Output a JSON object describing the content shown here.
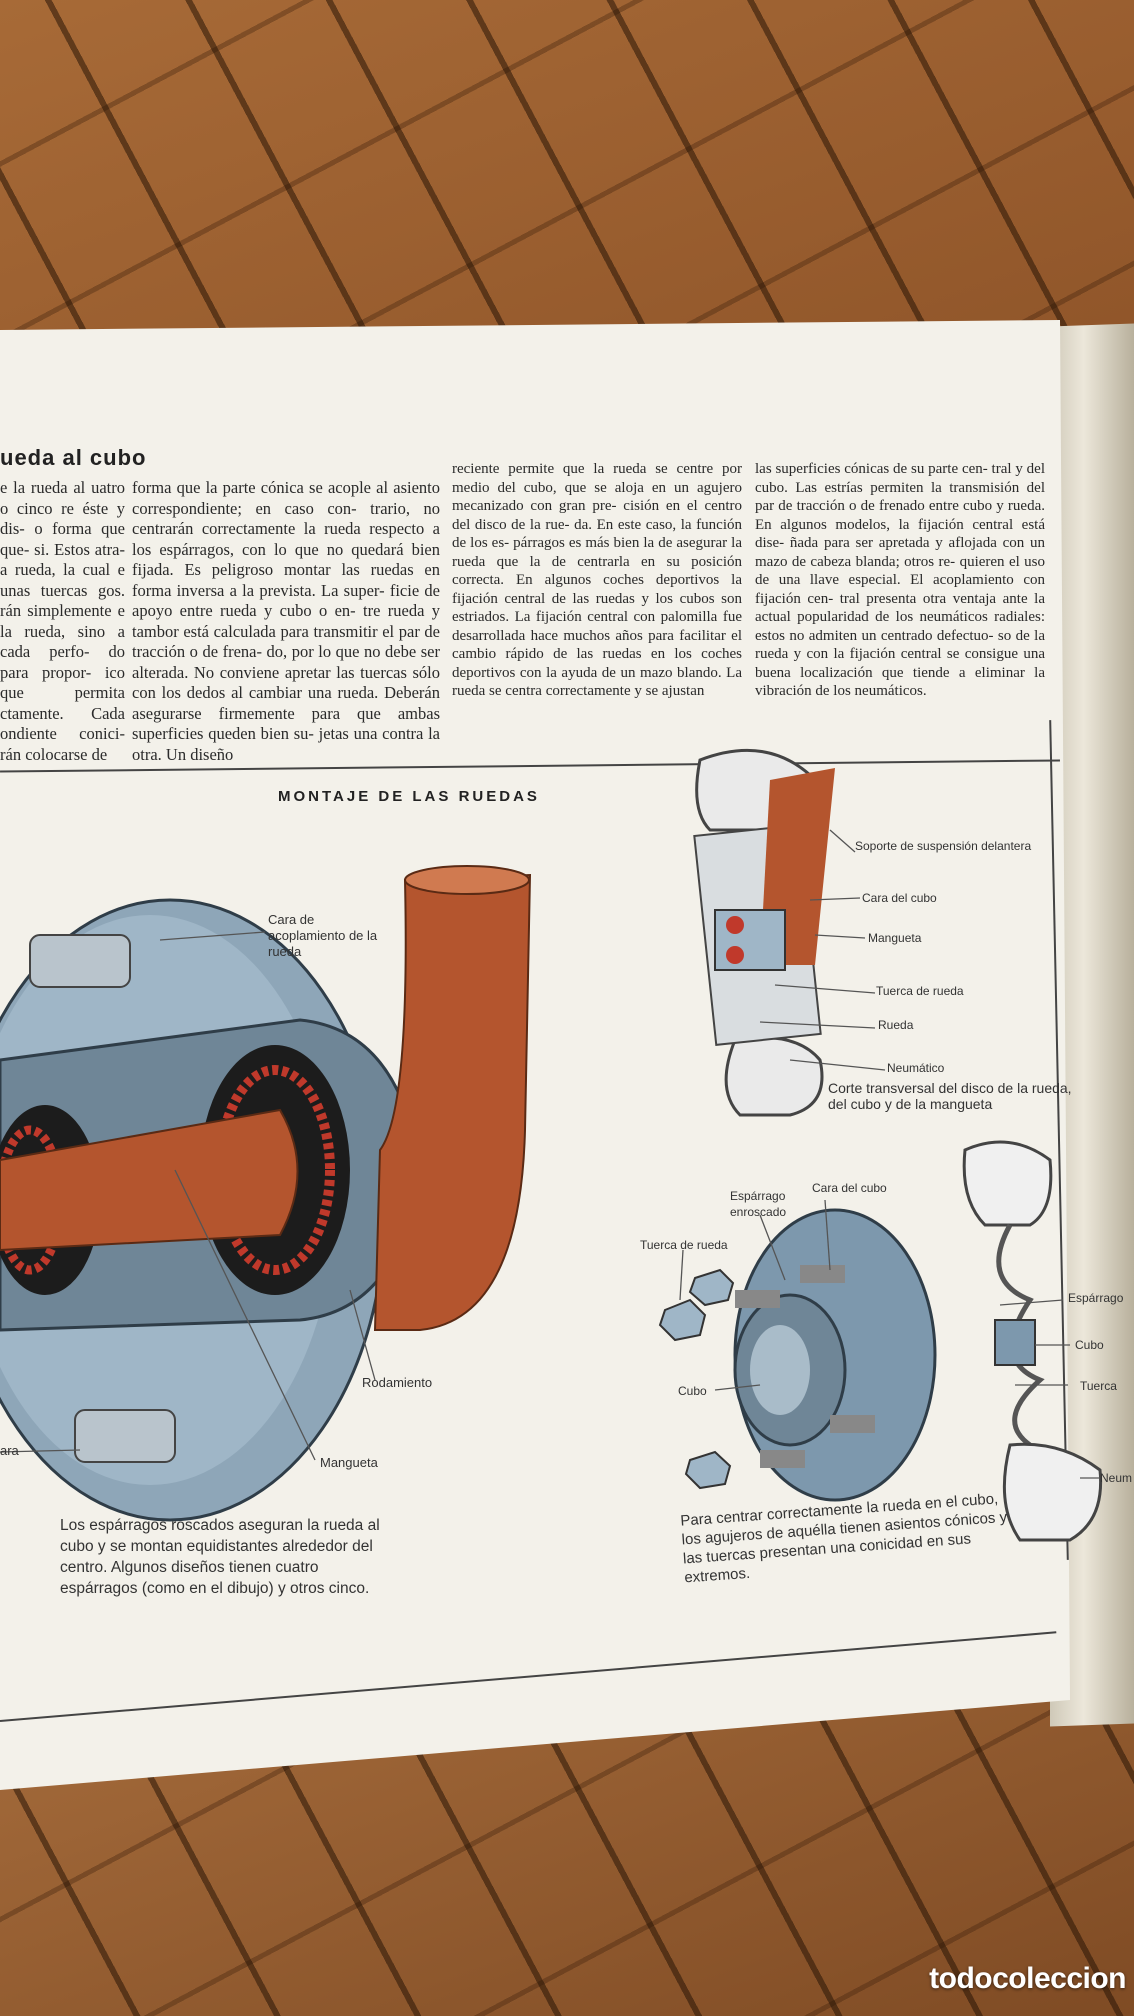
{
  "headline": "ueda al cubo",
  "columns": {
    "c1": "e la rueda al uatro o cinco re éste y dis- o forma que que- si. Estos atra- a rueda, la cual e unas tuercas gos. rán simplemente e la rueda, sino a cada perfo- do para propor- ico que permita ctamente. Cada ondiente conici- rán colocarse de",
    "c2": "forma que la parte cónica se acople al asiento correspondiente; en caso con- trario, no centrarán correctamente la rueda respecto a los espárragos, con lo que no quedará bien fijada. Es peligroso montar las ruedas en forma inversa a la prevista. La super- ficie de apoyo entre rueda y cubo o en- tre rueda y tambor está calculada para transmitir el par de tracción o de frena- do, por lo que no debe ser alterada. No conviene apretar las tuercas sólo con los dedos al cambiar una rueda. Deberán asegurarse firmemente para que ambas superficies queden bien su- jetas una contra la otra. Un diseño",
    "c3": "reciente permite que la rueda se centre por medio del cubo, que se aloja en un agujero mecanizado con gran pre- cisión en el centro del disco de la rue- da. En este caso, la función de los es- párragos es más bien la de asegurar la rueda que la de centrarla en su posición correcta. En algunos coches deportivos la fijación central de las ruedas y los cubos son estriados. La fijación central con palomilla fue desarrollada hace muchos años para facilitar el cambio rápido de las ruedas en los coches deportivos con la ayuda de un mazo blando. La rueda se centra correctamente y se ajustan",
    "c4": "las superficies cónicas de su parte cen- tral y del cubo. Las estrías permiten la transmisión del par de tracción o de frenado entre cubo y rueda. En algunos modelos, la fijación central está dise- ñada para ser apretada y aflojada con un mazo de cabeza blanda; otros re- quieren el uso de una llave especial. El acoplamiento con fijación cen- tral presenta otra ventaja ante la actual popularidad de los neumáticos radiales: estos no admiten un centrado defectuo- so de la rueda y con la fijación central se consigue una buena localización que tiende a eliminar la vibración de los neumáticos."
  },
  "figure": {
    "title": "MONTAJE DE LAS RUEDAS",
    "labels": {
      "cara_acoplamiento": "Cara de acoplamiento de la rueda",
      "rodamiento": "Rodamiento",
      "mangueta": "Mangueta",
      "cara_partial": "ara",
      "soporte": "Soporte de suspensión delantera",
      "cara_cubo": "Cara del cubo",
      "mangueta2": "Mangueta",
      "tuerca_rueda": "Tuerca de rueda",
      "rueda": "Rueda",
      "neumatico": "Neumático",
      "esparrago_enroscado": "Espárrago enroscado",
      "cara_cubo2": "Cara del cubo",
      "tuerca_rueda2": "Tuerca de rueda",
      "cubo": "Cubo",
      "esparrago": "Espárrago",
      "cubo2": "Cubo",
      "tuerca": "Tuerca",
      "neum_partial": "Neum"
    },
    "captions": {
      "corte": "Corte transversal del disco de la rueda, del cubo y de la mangueta",
      "left": "Los espárragos roscados aseguran la rueda al cubo y se montan equidistantes alrededor del centro. Algunos diseños tienen cuatro espárragos (como en el dibujo) y otros cinco.",
      "right": "Para centrar correctamente la rueda en el cubo, los agujeros de aquélla tienen asientos cónicos y las tuercas presentan una conicidad en sus extremos."
    }
  },
  "watermark": "todocoleccion"
}
